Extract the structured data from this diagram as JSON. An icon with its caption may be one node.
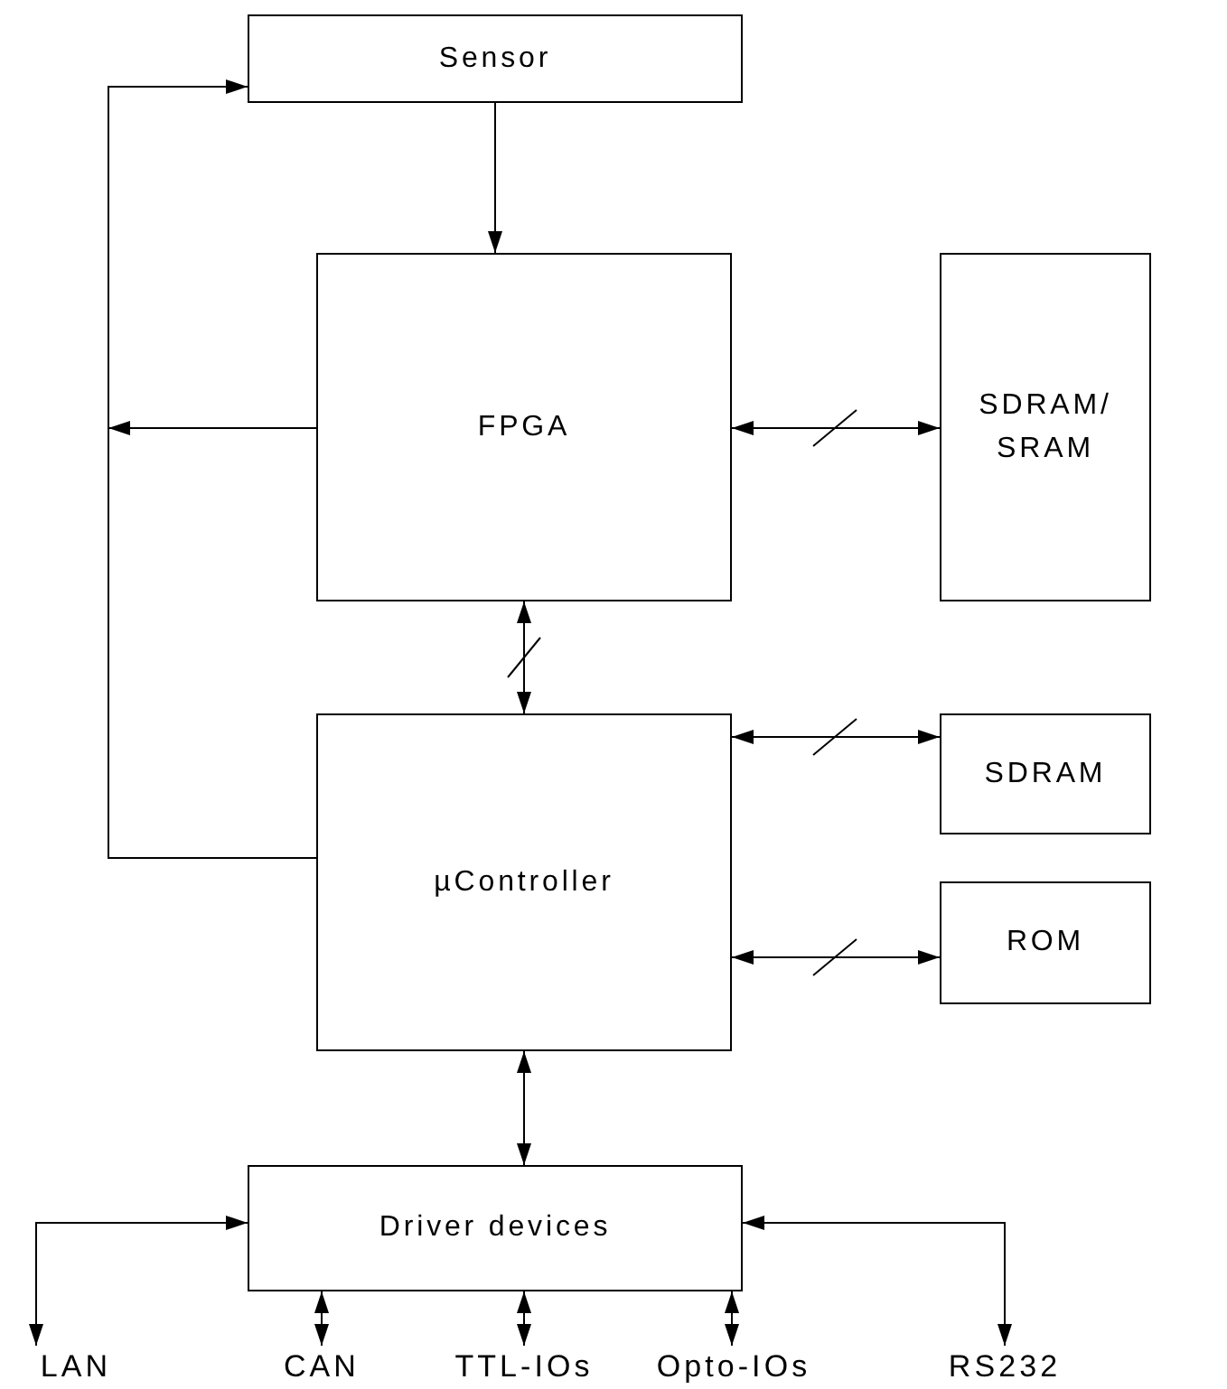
{
  "diagram": {
    "nodes": [
      {
        "text": [
          "Sensor"
        ]
      },
      {
        "text": [
          "FPGA"
        ]
      },
      {
        "text": [
          "SDRAM/ SRAM"
        ]
      },
      {
        "text": [
          "µController"
        ]
      },
      {
        "text": [
          "SDRAM"
        ]
      },
      {
        "text": [
          "ROM"
        ]
      },
      {
        "text": [
          "Driver devices"
        ]
      },
      {
        "text": [
          "LAN"
        ]
      },
      {
        "text": [
          "CAN"
        ]
      },
      {
        "text": [
          "TTL-IOs"
        ]
      },
      {
        "text": [
          "Opto-IOs"
        ]
      },
      {
        "text": [
          "RS232"
        ]
      }
    ],
    "edges": [
      {
        "from": 0,
        "to": 1,
        "arrow": "to"
      },
      {
        "from": 3,
        "to": 0,
        "arrow": "to"
      },
      {
        "from": 1,
        "to": null,
        "arrow": "to"
      },
      {
        "from": 1,
        "to": 2,
        "arrow": "both"
      },
      {
        "from": 1,
        "to": 3,
        "arrow": "both"
      },
      {
        "from": 3,
        "to": 4,
        "arrow": "both"
      },
      {
        "from": 3,
        "to": 5,
        "arrow": "both"
      },
      {
        "from": 3,
        "to": 6,
        "arrow": "both"
      },
      {
        "from": 6,
        "to": 7,
        "arrow": "both"
      },
      {
        "from": 6,
        "to": 8,
        "arrow": "both"
      },
      {
        "from": 6,
        "to": 9,
        "arrow": "both"
      },
      {
        "from": 6,
        "to": 10,
        "arrow": "both"
      },
      {
        "from": 6,
        "to": 11,
        "arrow": "both"
      }
    ]
  }
}
